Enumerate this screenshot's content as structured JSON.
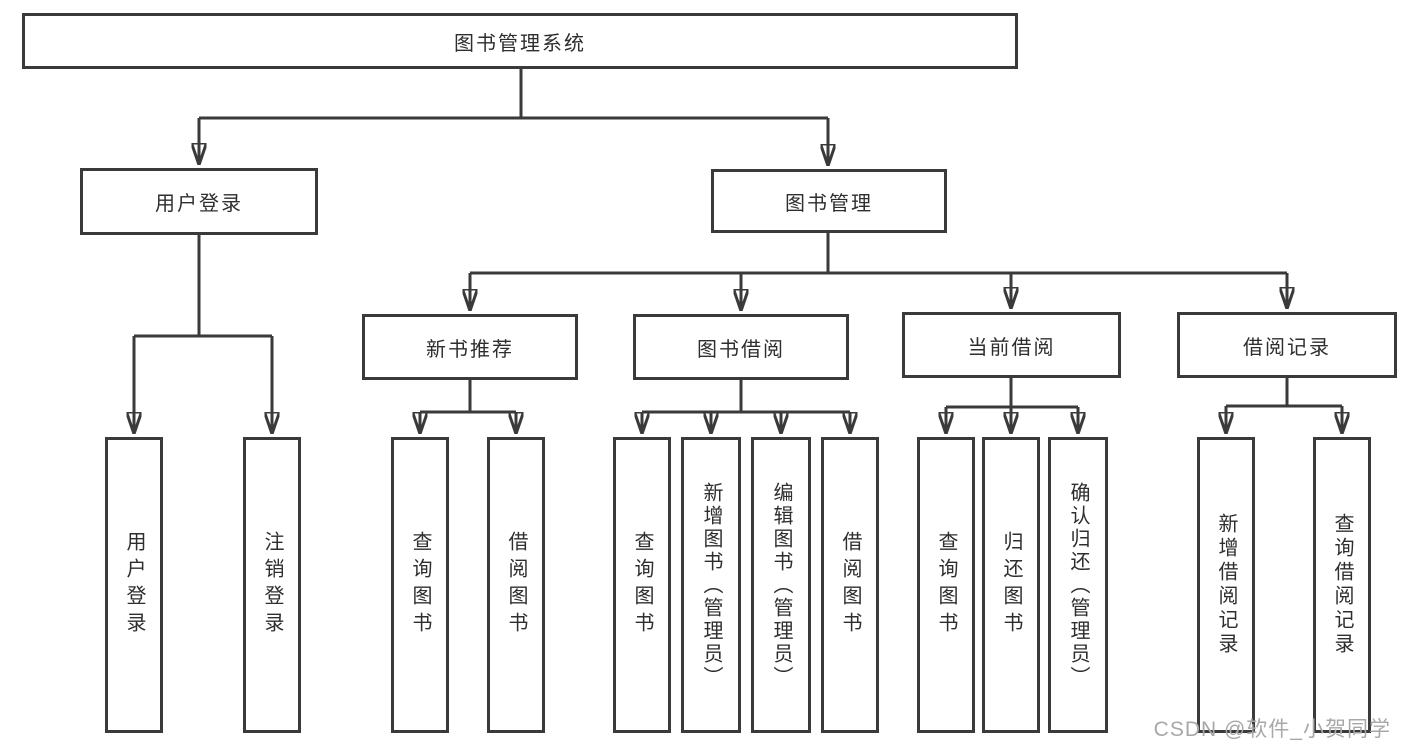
{
  "diagram_title": "图书管理系统",
  "colors": {
    "line": "#3a3a3a",
    "text": "#2e2e2e",
    "box_background": "#ffffff",
    "watermark": "#a8a8a8"
  },
  "nodes": {
    "root": {
      "label": "图书管理系统"
    },
    "level2": {
      "user_login_group": {
        "label": "用户登录"
      },
      "book_management": {
        "label": "图书管理"
      }
    },
    "level3": {
      "new_book_recommend": {
        "label": "新书推荐"
      },
      "book_borrowing": {
        "label": "图书借阅"
      },
      "current_borrowing": {
        "label": "当前借阅"
      },
      "borrowing_records": {
        "label": "借阅记录"
      }
    },
    "leaves": {
      "user_login": {
        "label": "用户登录"
      },
      "logout": {
        "label": "注销登录"
      },
      "query_books_recommend": {
        "label": "查询图书"
      },
      "borrow_books_recommend": {
        "label": "借阅图书"
      },
      "query_books_borrowing": {
        "label": "查询图书"
      },
      "add_books_admin": {
        "label": "新增图书（管理员）"
      },
      "edit_books_admin": {
        "label": "编辑图书（管理员）"
      },
      "borrow_books_borrowing": {
        "label": "借阅图书"
      },
      "query_books_current": {
        "label": "查询图书"
      },
      "return_books": {
        "label": "归还图书"
      },
      "confirm_return_admin": {
        "label": "确认归还（管理员）"
      },
      "add_borrow_record": {
        "label": "新增借阅记录"
      },
      "query_borrow_record": {
        "label": "查询借阅记录"
      }
    }
  },
  "watermark": {
    "text": "CSDN @软件_小贺同学"
  }
}
